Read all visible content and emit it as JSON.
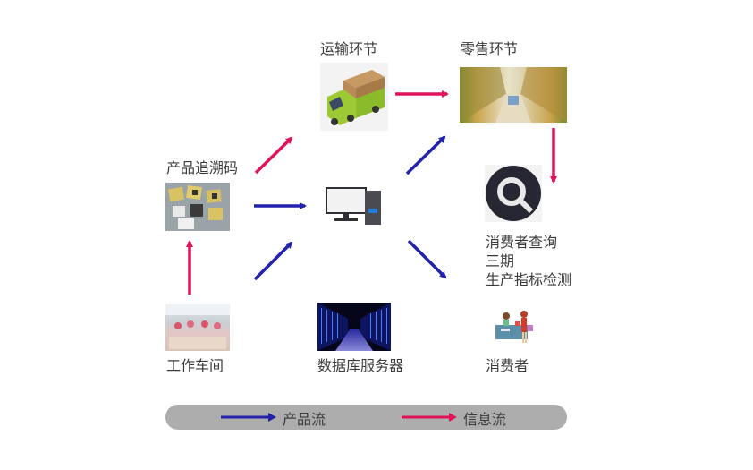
{
  "nodes": {
    "transport": {
      "label": "运输环节",
      "icon": "truck-icon"
    },
    "retail": {
      "label": "零售环节",
      "icon": "supermarket-aisle-image"
    },
    "trace_code": {
      "label": "产品追溯码",
      "icon": "qr-code-labels-image"
    },
    "computer": {
      "label": "",
      "icon": "computer-icon"
    },
    "consumer_query": {
      "lines": [
        "消费者查询",
        "三期",
        "生产指标检测"
      ],
      "icon": "search-icon"
    },
    "workshop": {
      "label": "工作车间",
      "icon": "factory-workshop-image"
    },
    "database": {
      "label": "数据库服务器",
      "icon": "server-room-image"
    },
    "consumer": {
      "label": "消费者",
      "icon": "shopper-icon"
    }
  },
  "legend": {
    "product_flow": {
      "label": "产品流",
      "color": "#2222aa"
    },
    "info_flow": {
      "label": "信息流",
      "color": "#e0125a"
    }
  },
  "colors": {
    "product_flow": "#2222aa",
    "info_flow": "#e0125a",
    "legend_bg": "#adadad"
  },
  "edges": [
    {
      "from": "trace_code",
      "to": "transport",
      "type": "info_flow"
    },
    {
      "from": "transport",
      "to": "retail",
      "type": "info_flow"
    },
    {
      "from": "retail",
      "to": "consumer_query",
      "type": "info_flow"
    },
    {
      "from": "workshop",
      "to": "trace_code",
      "type": "info_flow"
    },
    {
      "from": "trace_code",
      "to": "computer",
      "type": "product_flow"
    },
    {
      "from": "workshop",
      "to": "computer",
      "type": "product_flow"
    },
    {
      "from": "computer",
      "to": "retail",
      "type": "product_flow"
    },
    {
      "from": "computer",
      "to": "consumer",
      "type": "product_flow"
    }
  ]
}
